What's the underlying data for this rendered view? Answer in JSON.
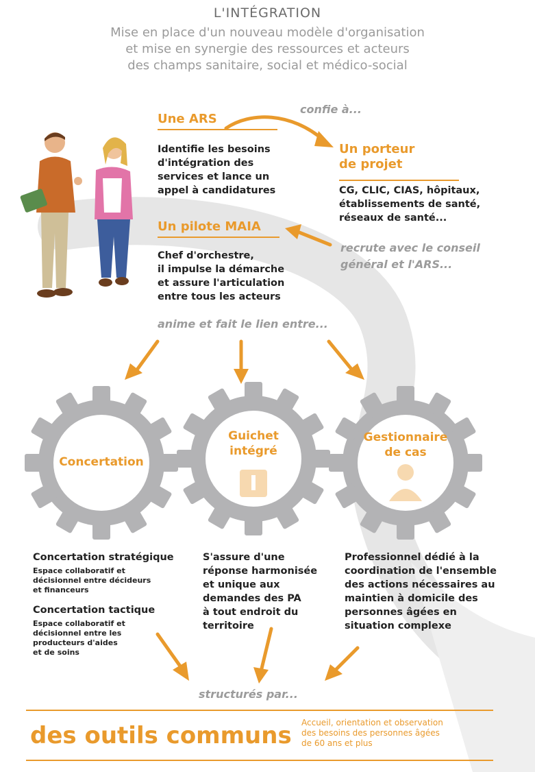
{
  "header": {
    "title": "L'INTÉGRATION",
    "subtitle_lines": [
      "Mise en place d'un nouveau modèle d'organisation",
      "et mise en synergie des ressources et acteurs",
      "des champs sanitaire, social et médico-social"
    ]
  },
  "ars": {
    "heading": "Une ARS",
    "text_lines": [
      "Identifie les besoins",
      "d'intégration des",
      "services et lance un",
      "appel à candidatures"
    ]
  },
  "confie": "confie à...",
  "porteur": {
    "heading_lines": [
      "Un porteur",
      "de projet"
    ],
    "text_lines": [
      "CG, CLIC, CIAS, hôpitaux,",
      "établissements de santé,",
      "réseaux de santé..."
    ]
  },
  "pilote": {
    "heading": "Un pilote MAIA",
    "text_lines": [
      "Chef d'orchestre,",
      "il impulse la démarche",
      "et assure l'articulation",
      "entre tous les acteurs"
    ]
  },
  "recrute_lines": [
    "recrute avec le conseil",
    "général et l'ARS..."
  ],
  "anime": "anime et fait le lien entre...",
  "gears": {
    "concertation": "Concertation",
    "guichet_lines": [
      "Guichet",
      "intégré"
    ],
    "gestionnaire_lines": [
      "Gestionnaire",
      "de cas"
    ]
  },
  "col1": {
    "strat_title": "Concertation stratégique",
    "strat_lines": [
      "Espace collaboratif et",
      "décisionnel entre décideurs",
      "et financeurs"
    ],
    "tact_title": "Concertation tactique",
    "tact_lines": [
      "Espace collaboratif et",
      "décisionnel entre les",
      "producteurs d'aides",
      "et de soins"
    ]
  },
  "col2": {
    "text_lines": [
      "S'assure d'une",
      "réponse harmonisée",
      "et unique aux",
      "demandes des PA",
      "à tout endroit du",
      "territoire"
    ]
  },
  "col3": {
    "text_lines": [
      "Professionnel dédié à la",
      "coordination de l'ensemble",
      "des actions nécessaires au",
      "maintien à domicile des",
      "personnes âgées en",
      "situation complexe"
    ]
  },
  "structures": "structurés par...",
  "footer": {
    "tools": "des outils communs",
    "note_lines": [
      "Accueil, orientation et observation",
      "des besoins des personnes âgées",
      "de 60 ans et plus"
    ]
  },
  "colors": {
    "accent": "#e99a2c",
    "gear": "#b3b3b5",
    "road": "#e4e4e4",
    "grey_text": "#9b9b9b"
  }
}
